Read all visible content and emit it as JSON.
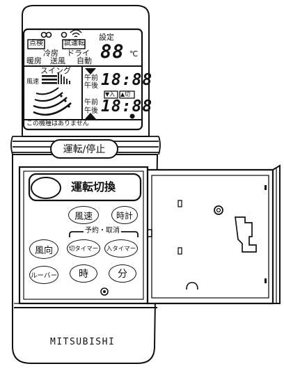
{
  "display": {
    "mode_test_label": "点検",
    "mode_trial_label": "試運転",
    "setting_label": "設定",
    "mode_cool": "冷房",
    "mode_dry": "ドライ",
    "mode_heat": "暖房",
    "mode_fan": "送風",
    "mode_auto": "自動",
    "temperature_value": "88",
    "temperature_unit": "℃",
    "swing_label": "スイング",
    "fan_speed_label": "風速",
    "am_label": "午前",
    "pm_label": "午後",
    "clock_value": "18:88",
    "timer_value": "18:88",
    "timer_on_label": "▼入",
    "timer_off_label": "▲切",
    "footer_text": "この機種はありません"
  },
  "buttons": {
    "power": "運転/停止",
    "mode_change": "運転切換",
    "fan_speed": "風速",
    "clock": "時計",
    "timer_group_label": "予約・取消",
    "wind_direction": "風向",
    "off_timer": "切タイマー",
    "on_timer": "入タイマー",
    "louver": "ルーバー",
    "hour": "時",
    "minute": "分"
  },
  "brand": "MITSUBISHI"
}
